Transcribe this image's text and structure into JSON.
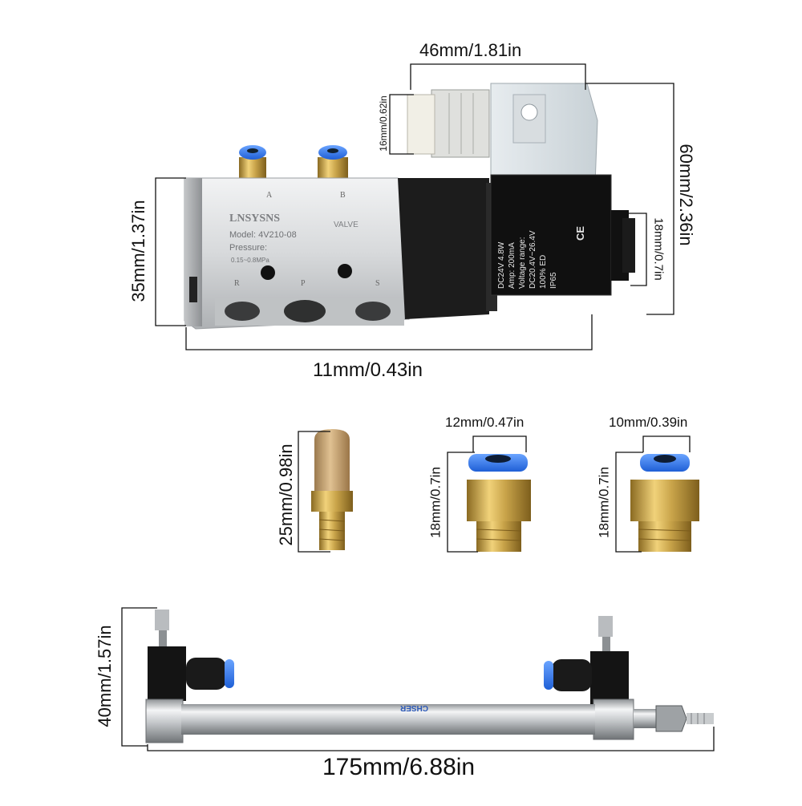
{
  "dimensions": {
    "coil_width": "46mm/1.81in",
    "connector_diameter": "16mm/0.62in",
    "valve_height_total": "60mm/2.36in",
    "valve_body_height": "35mm/1.37in",
    "plug_height": "18mm/0.7in",
    "valve_length": "11mm/0.43in",
    "muffler_length": "25mm/0.98in",
    "fitting_a_top": "12mm/0.47in",
    "fitting_a_height": "18mm/0.7in",
    "fitting_b_top": "10mm/0.39in",
    "fitting_b_height": "18mm/0.7in",
    "cylinder_height": "40mm/1.57in",
    "cylinder_length": "175mm/6.88in"
  },
  "valve_body": {
    "brand": "LNSYSNS",
    "tag": "VALVE",
    "model": "Model: 4V210-08",
    "pressure_label": "Pressure:",
    "pressure_value": "0.15~0.8MPa",
    "port_a": "A",
    "port_b": "B",
    "port_r": "R",
    "port_p": "P",
    "port_s": "S"
  },
  "coil_label": {
    "line1": "DC24V 4.8W",
    "line2": "Amp: 200mA",
    "line3": "Voltage range:",
    "line4": "DC20.4V~26.4V",
    "line5": "100% ED",
    "line6": "IP65",
    "mark": "CE"
  },
  "cylinder_label": "CHSER",
  "colors": {
    "dimension_line": "#111111",
    "aluminum": "#d9dadb",
    "coil_black": "#151515",
    "brass": "#c9a44a",
    "fitting_blue": "#2a6fe0",
    "sintered_bronze": "#c9a474"
  }
}
